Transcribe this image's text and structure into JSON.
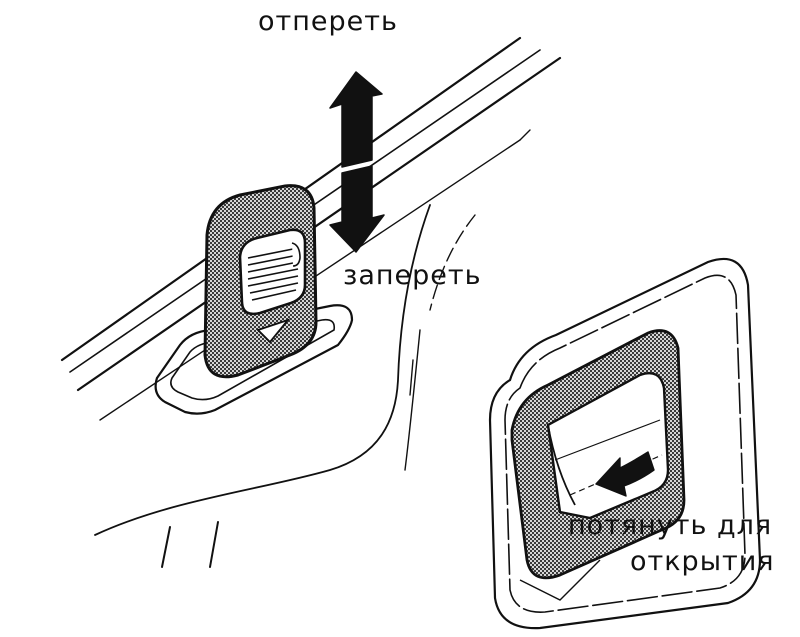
{
  "labels": {
    "unlock": "отпереть",
    "lock": "запереть",
    "pull_line1": "потянуть для",
    "pull_line2": "открытия"
  },
  "colors": {
    "ink": "#111111",
    "paper": "#ffffff",
    "hatch": "#555555"
  },
  "icons": {
    "direction": "double-arrow-up-down-icon",
    "release": "curved-pull-arrow-icon"
  }
}
